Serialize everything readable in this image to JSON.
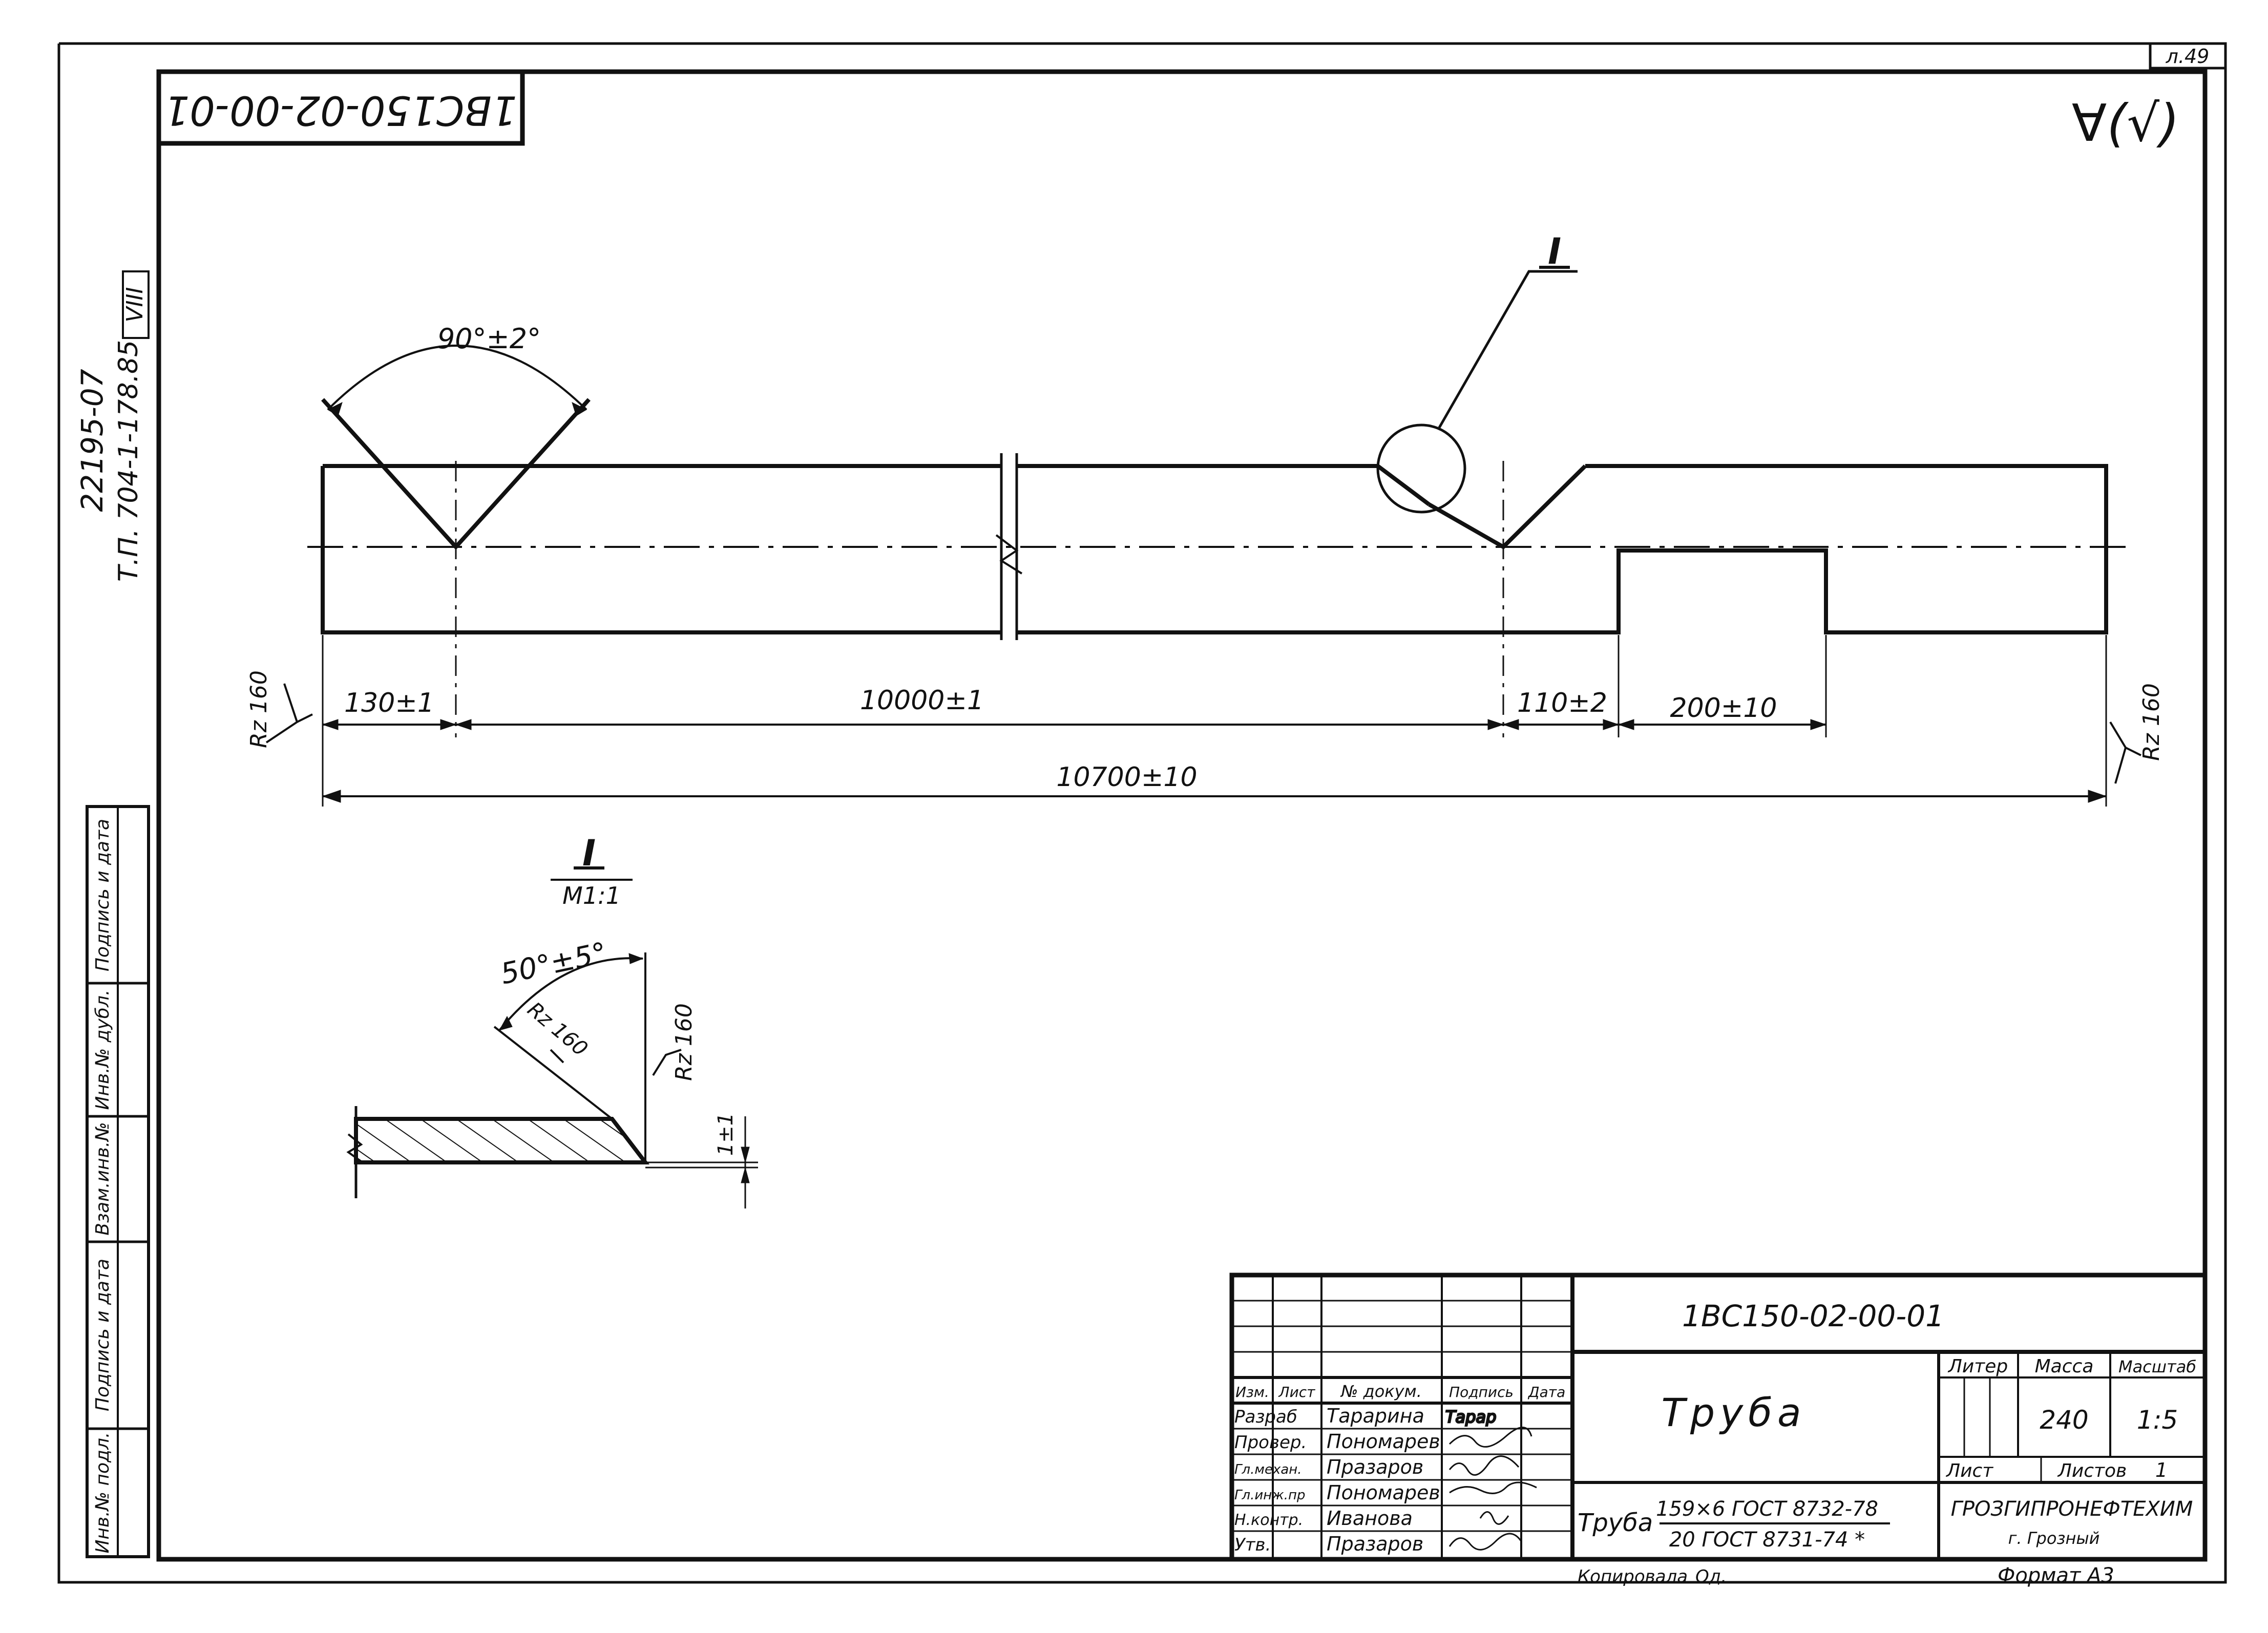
{
  "sheet": {
    "sheet_tag": "л.49",
    "rotated_doc_code": "1BC150-02-00-01",
    "side_album_code": "22195-07",
    "side_project": "Т.П. 704-1-178.85",
    "side_album_num": "VIII",
    "surface_roughness_symbol": "∀(√)"
  },
  "main_view": {
    "angle_label": "90°±2°",
    "callout_label": "I",
    "dims": {
      "d130": "130±1",
      "d10000": "10000±1",
      "d110": "110±2",
      "d200": "200±10",
      "d10700": "10700±10"
    },
    "roughness_left": "Rz 160",
    "roughness_right": "Rz 160"
  },
  "detail_view": {
    "title": "I",
    "scale": "М1:1",
    "angle_label": "50°±5°",
    "roughness_bevel": "Rz 160",
    "roughness_face": "Rz 160",
    "root_face_dim": "1±1"
  },
  "left_strip": {
    "cells": [
      "Подпись и дата",
      "Инв.№ дубл.",
      "Взам.инв.№",
      "Подпись и дата",
      "Инв.№ подл."
    ]
  },
  "title_block": {
    "doc_code": "1BC150-02-00-01",
    "part_name": "Труба",
    "header": {
      "izm": "Изм.",
      "list": "Лист",
      "ndoc": "№ докум.",
      "sign": "Подпись",
      "date": "Дата"
    },
    "roles": [
      {
        "role": "Разраб",
        "name": "Тарарина"
      },
      {
        "role": "Провер.",
        "name": "Пономарев"
      },
      {
        "role": "Гл.механ.",
        "name": "Празаров"
      },
      {
        "role": "Гл.инж.пр",
        "name": "Пономарев"
      },
      {
        "role": "Н.контр.",
        "name": "Иванова"
      },
      {
        "role": "Утв.",
        "name": "Празаров"
      }
    ],
    "litera_label": "Литер",
    "mass_label": "Масса",
    "scale_label": "Масштаб",
    "mass_value": "240",
    "scale_value": "1:5",
    "sheet_label": "Лист",
    "sheets_label": "Листов",
    "sheets_value": "1",
    "material_prefix": "Труба",
    "material_top": "159×6 ГОСТ 8732-78",
    "material_bottom": "20 ГОСТ 8731-74 *",
    "org_name": "ГРОЗГИПРОНЕФТЕХИМ",
    "org_city": "г. Грозный",
    "signature_sample": "Тарар"
  },
  "footer": {
    "copied_by": "Копировала",
    "copier_mark": "Од.",
    "format": "Формат А3"
  }
}
